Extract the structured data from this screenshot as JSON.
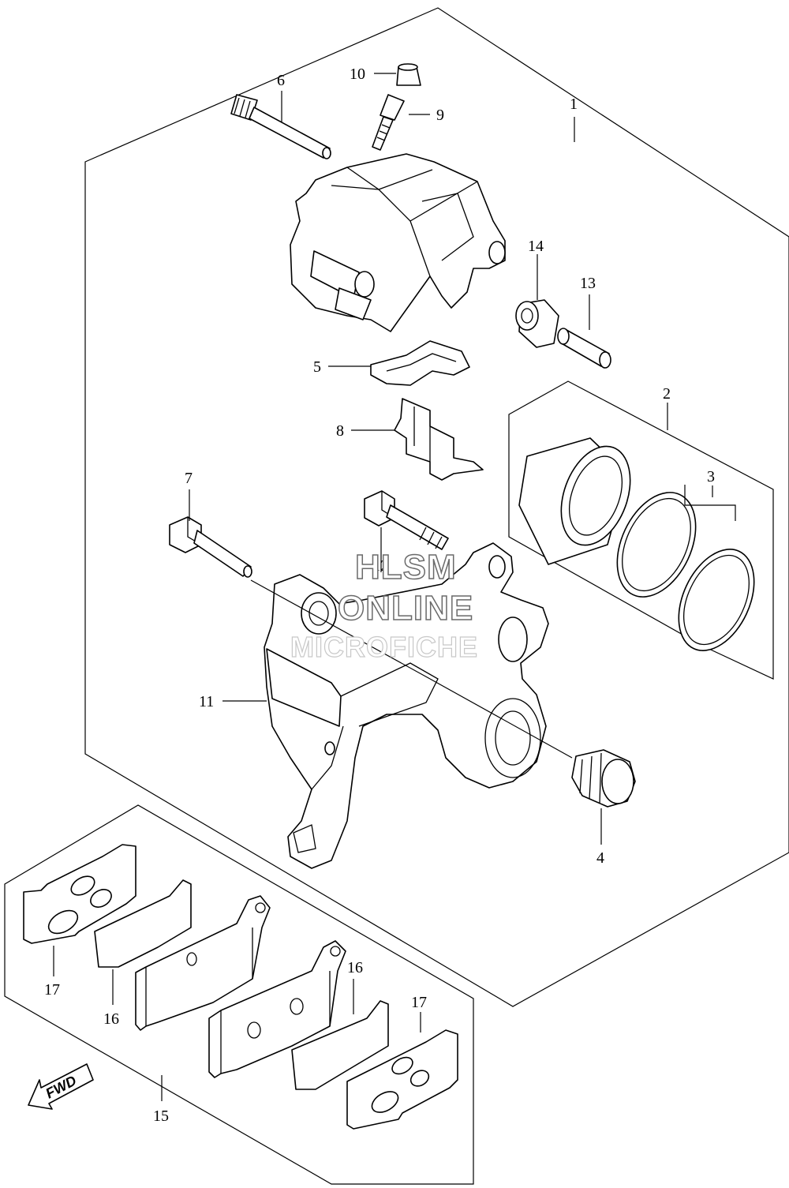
{
  "callouts": {
    "c1": "1",
    "c2": "2",
    "c3": "3",
    "c4": "4",
    "c5": "5",
    "c6": "6",
    "c7": "7",
    "c8": "8",
    "c9": "9",
    "c10": "10",
    "c11": "11",
    "c12": "12",
    "c13": "13",
    "c14": "14",
    "c15": "15",
    "c16a": "16",
    "c16b": "16",
    "c17a": "17",
    "c17b": "17"
  },
  "watermark": {
    "line1": "HLSM",
    "line2": "ONLINE",
    "line3": "MICROFICHE"
  },
  "direction_indicator": {
    "label": "FWD"
  }
}
